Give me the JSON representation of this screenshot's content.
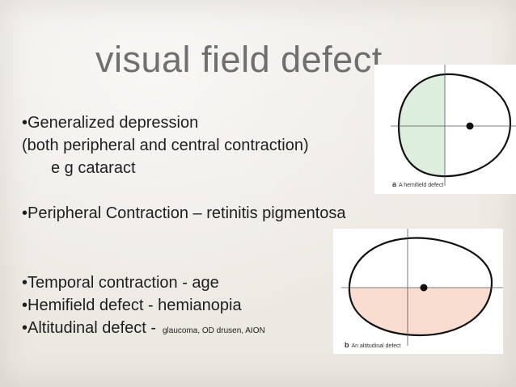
{
  "slide": {
    "title": "visual field defect",
    "bullets": [
      "•Generalized depression",
      "(both peripheral and central contraction)",
      "e g cataract",
      "•Peripheral Contraction – retinitis pigmentosa",
      "•Temporal contraction - age",
      "•Hemifield defect - hemianopia",
      "•Altitudinal defect -"
    ],
    "altitudinal_note": "glaucoma, OD drusen, AION"
  },
  "figures": {
    "a": {
      "letter": "a",
      "caption": "A hemifield defect",
      "fill_color": "#ddeedf"
    },
    "b": {
      "letter": "b",
      "caption": "An altitudinal defect",
      "fill_color": "#f9ddd0"
    }
  }
}
